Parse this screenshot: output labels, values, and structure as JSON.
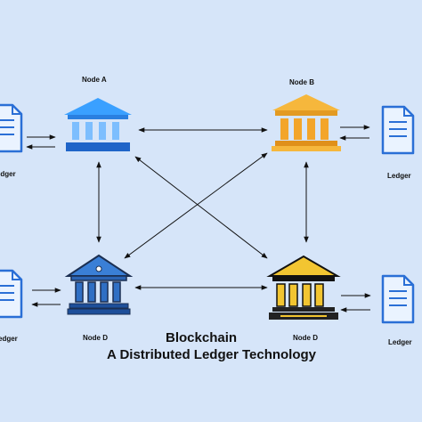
{
  "title": {
    "line1": "Blockchain",
    "line2": "A Distributed Ledger Technology"
  },
  "nodes": [
    {
      "id": "a",
      "label": "Node A",
      "icon": "bank-icon",
      "colors": {
        "roof": "#3aa0ff",
        "pillar": "#2a7fe0",
        "base": "#1f64c8"
      }
    },
    {
      "id": "b",
      "label": "Node B",
      "icon": "bank-icon",
      "colors": {
        "roof": "#f6b73c",
        "pillar": "#f3a52a",
        "base": "#e0901a"
      }
    },
    {
      "id": "c",
      "label": "Node D",
      "icon": "bank-icon",
      "colors": {
        "roof": "#3a7fd6",
        "pillar": "#2f6fc4",
        "base": "#1e4f9a"
      }
    },
    {
      "id": "d",
      "label": "Node D",
      "icon": "bank-icon",
      "colors": {
        "roof": "#f2c531",
        "pillar": "#f2c531",
        "base": "#222222"
      }
    }
  ],
  "ledgers": [
    {
      "id": "left-top",
      "label": "Ledger",
      "icon": "document-icon"
    },
    {
      "id": "right-top",
      "label": "Ledger",
      "icon": "document-icon"
    },
    {
      "id": "left-bottom",
      "label": "edger",
      "icon": "document-icon"
    },
    {
      "id": "right-bottom",
      "label": "Ledger",
      "icon": "document-icon"
    }
  ],
  "connections": [
    {
      "from": "Node A",
      "to": "Node B",
      "direction": "both"
    },
    {
      "from": "Node A",
      "to": "Node D (left)",
      "direction": "both"
    },
    {
      "from": "Node A",
      "to": "Node D (right)",
      "direction": "both"
    },
    {
      "from": "Node B",
      "to": "Node D (left)",
      "direction": "both"
    },
    {
      "from": "Node B",
      "to": "Node D (right)",
      "direction": "both"
    },
    {
      "from": "Node D (left)",
      "to": "Node D (right)",
      "direction": "both"
    }
  ],
  "colors": {
    "background": "#d6e5f9",
    "document_stroke": "#2a6fd6",
    "document_fill": "#eaf3ff",
    "arrow": "#111111"
  }
}
